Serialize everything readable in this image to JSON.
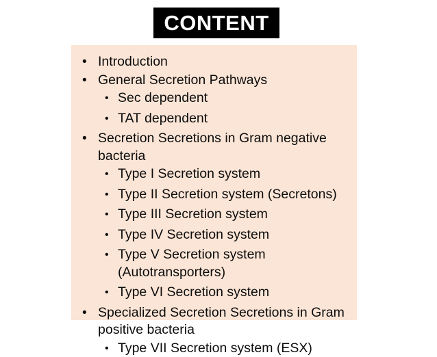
{
  "slide": {
    "title": "CONTENT",
    "colors": {
      "title_background": "#000000",
      "title_text": "#FFFFFF",
      "panel_background": "#FBE5D6",
      "body_text": "#0D0D0D",
      "page_background": "#FFFFFF"
    },
    "bullet_glyph": "•",
    "items": [
      {
        "level": 1,
        "text": "Introduction"
      },
      {
        "level": 1,
        "text": "General Secretion Pathways"
      },
      {
        "level": 2,
        "text": "Sec dependent"
      },
      {
        "level": 2,
        "text": "TAT dependent"
      },
      {
        "level": 1,
        "text": "Secretion Secretions in Gram negative bacteria"
      },
      {
        "level": 2,
        "text": "Type I Secretion system"
      },
      {
        "level": 2,
        "text": "Type II Secretion system (Secretons)"
      },
      {
        "level": 2,
        "text": "Type III Secretion system"
      },
      {
        "level": 2,
        "text": "Type IV Secretion system"
      },
      {
        "level": 2,
        "text": "Type V Secretion system (Autotransporters)"
      },
      {
        "level": 2,
        "text": "Type VI Secretion system"
      },
      {
        "level": 1,
        "text": "Specialized Secretion Secretions in Gram positive bacteria"
      },
      {
        "level": 2,
        "text": "Type VII Secretion system (ESX)"
      }
    ]
  }
}
